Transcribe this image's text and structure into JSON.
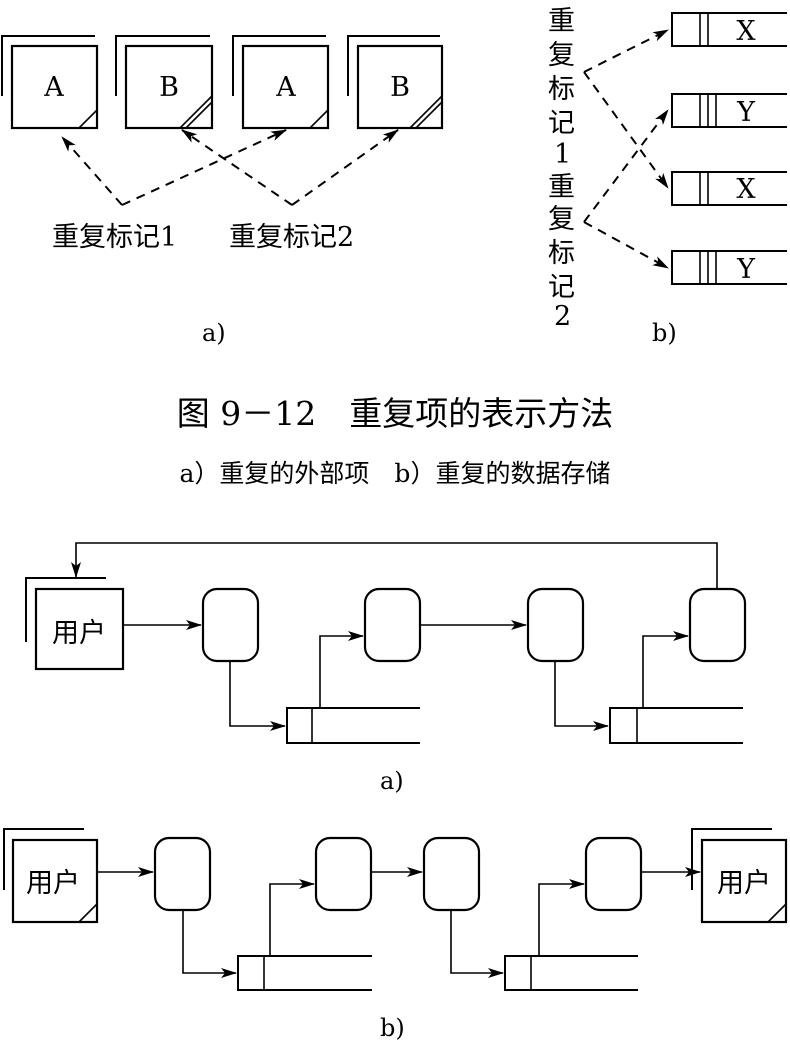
{
  "figure_9_12": {
    "part_a": {
      "entities": [
        "A",
        "B",
        "A",
        "B"
      ],
      "marker_1": "重复标记1",
      "marker_2": "重复标记2",
      "caption": "a)"
    },
    "part_b": {
      "marker_1_chars": [
        "重",
        "复",
        "标",
        "记",
        "1"
      ],
      "marker_2_chars": [
        "重",
        "复",
        "标",
        "记",
        "2"
      ],
      "stores": [
        "X",
        "Y",
        "X",
        "Y"
      ],
      "caption": "b)"
    },
    "title": "图 9－12　重复项的表示方法",
    "subtitle": "a）重复的外部项　b）重复的数据存储"
  },
  "flow_diagram": {
    "a": {
      "user_label": "用户",
      "caption": "a)"
    },
    "b": {
      "user_left_label": "用户",
      "user_right_label": "用户",
      "caption": "b)"
    }
  }
}
